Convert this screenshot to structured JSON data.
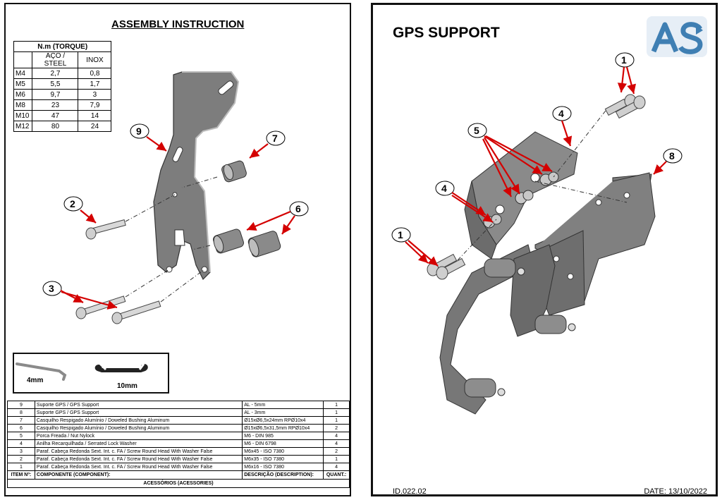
{
  "left": {
    "title": "ASSEMBLY INSTRUCTION",
    "torque_table": {
      "title": "N.m (TORQUE)",
      "col_steel": "AÇO / STEEL",
      "col_inox": "INOX",
      "rows": [
        {
          "size": "M4",
          "steel": "2,7",
          "inox": "0,8"
        },
        {
          "size": "M5",
          "steel": "5,5",
          "inox": "1,7"
        },
        {
          "size": "M6",
          "steel": "9,7",
          "inox": "3"
        },
        {
          "size": "M8",
          "steel": "23",
          "inox": "7,9"
        },
        {
          "size": "M10",
          "steel": "47",
          "inox": "14"
        },
        {
          "size": "M12",
          "steel": "80",
          "inox": "24"
        }
      ]
    },
    "callouts": [
      "9",
      "7",
      "2",
      "6",
      "3"
    ],
    "tools": {
      "allen_key": "4mm",
      "wrench": "10mm"
    },
    "bom": {
      "rows": [
        {
          "item": "9",
          "component": "Suporte GPS / GPS Support",
          "description": "AL - 5mm",
          "qty": "1"
        },
        {
          "item": "8",
          "component": "Suporte GPS / GPS Support",
          "description": "AL - 3mm",
          "qty": "1"
        },
        {
          "item": "7",
          "component": "Casquilho Respigado Alumínio / Doweled Bushing Aluminum",
          "description": "Ø15xØ6,5x24mm RPØ10x4",
          "qty": "1"
        },
        {
          "item": "6",
          "component": "Casquilho Respigado Alumínio / Doweled Bushing Aluminum",
          "description": "Ø15xØ6,5x31,5mm RPØ10x4",
          "qty": "2"
        },
        {
          "item": "5",
          "component": "Porca Freada / Nut Nylock",
          "description": "M6 - DIN 985",
          "qty": "4"
        },
        {
          "item": "4",
          "component": "Anilha Recarquilhada / Serrated Lock Washer",
          "description": "M6 - DIN 6798",
          "qty": "4"
        },
        {
          "item": "3",
          "component": "Paraf. Cabeça Redonda Sext. Int. c. FA / Screw Round Head With Washer False",
          "description": "M6x45 - ISO 7380",
          "qty": "2"
        },
        {
          "item": "2",
          "component": "Paraf. Cabeça Redonda Sext. Int. c. FA / Screw Round Head With Washer False",
          "description": "M6x35 - ISO 7380",
          "qty": "1"
        },
        {
          "item": "1",
          "component": "Paraf. Cabeça Redonda Sext. Int. c. FA / Screw Round Head With Washer False",
          "description": "M6x16 - ISO 7380",
          "qty": "4"
        }
      ],
      "header": {
        "item": "ITEM Nº:",
        "component": "COMPONENTE (COMPONENT):",
        "description": "DESCRIÇÃO (DESCRIPTION):",
        "qty": "QUANT.:"
      },
      "footer": "ACESSÓRIOS (ACESSORIES)"
    }
  },
  "right": {
    "title": "GPS SUPPORT",
    "callouts": [
      "1",
      "4",
      "5",
      "8",
      "4",
      "1"
    ],
    "doc_id": "ID.022.02",
    "date": "DATE: 13/10/2022",
    "logo_text": "AS"
  },
  "colors": {
    "arrow": "#d40000",
    "metal": "#7d7d7d",
    "metal_dark": "#5a5a5a",
    "metal_light": "#bdbdbd"
  }
}
